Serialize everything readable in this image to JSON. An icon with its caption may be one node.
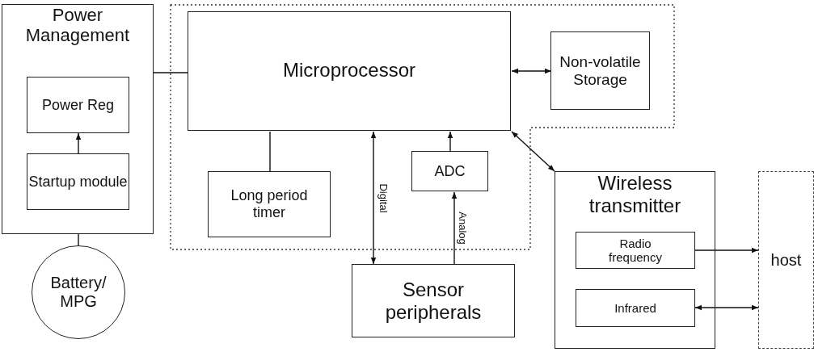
{
  "diagram": {
    "nodes": [
      {
        "text": [
          "Power Management"
        ]
      },
      {
        "text": [
          "Power Reg"
        ],
        "in": 0
      },
      {
        "text": [
          "Startup module"
        ],
        "in": 0
      },
      {
        "text": [
          "Battery/ MPG"
        ]
      },
      {
        "text": [],
        "shape": "box"
      },
      {
        "text": [
          "Microprocessor"
        ],
        "in": 4
      },
      {
        "text": [
          "Non-volatile Storage"
        ],
        "in": 4
      },
      {
        "text": [
          "Long period timer"
        ],
        "in": 4
      },
      {
        "text": [
          "ADC"
        ],
        "in": 4
      },
      {
        "text": [
          "Sensor peripherals"
        ]
      },
      {
        "text": [
          "Wireless transmitter"
        ]
      },
      {
        "text": [
          "Radio frequency"
        ],
        "in": 10
      },
      {
        "text": [
          "Infrared"
        ],
        "in": 10
      },
      {
        "text": [
          "host"
        ]
      }
    ],
    "edges": [
      {
        "from": 2,
        "to": 1,
        "arrow": "to"
      },
      {
        "from": 0,
        "to": 3,
        "arrow": "none"
      },
      {
        "from": 0,
        "to": 5,
        "arrow": "none"
      },
      {
        "from": 5,
        "to": 6,
        "arrow": "both"
      },
      {
        "from": 5,
        "to": 7,
        "arrow": "none"
      },
      {
        "from": 5,
        "to": 9,
        "arrow": "both",
        "label": "Digital"
      },
      {
        "from": 8,
        "to": 5,
        "arrow": "to"
      },
      {
        "from": 9,
        "to": 8,
        "arrow": "to",
        "label": "Analog"
      },
      {
        "from": 5,
        "to": 10,
        "arrow": "both"
      },
      {
        "from": 11,
        "to": 13,
        "arrow": "to"
      },
      {
        "from": 12,
        "to": 13,
        "arrow": "both"
      }
    ]
  }
}
